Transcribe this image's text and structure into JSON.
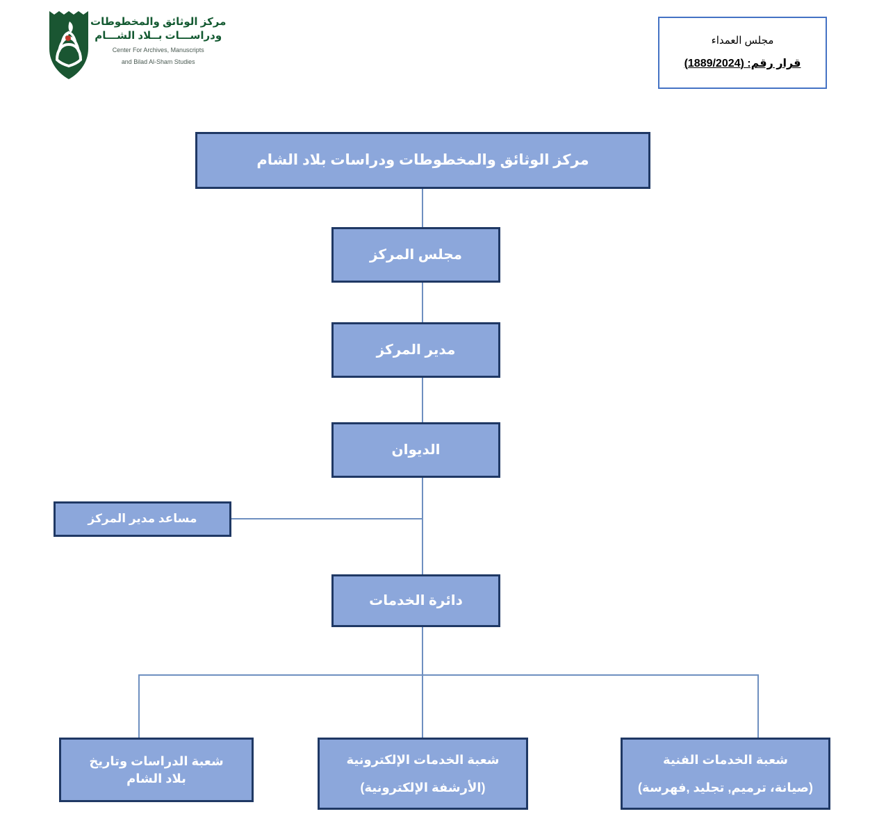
{
  "logo": {
    "arabic_line1": "مركز الوثائق والمخطوطات",
    "arabic_line2": "ودراســـات بــلاد الشـــام",
    "english_line1": "Center For Archives, Manuscripts",
    "english_line2": "and Bilad Al-Sham Studies",
    "emblem_name": "shield-emblem",
    "emblem_color": "#1A5632",
    "accent_dot_color": "#C0392B"
  },
  "decision": {
    "title": "مجلس العمداء",
    "number": "قرار رقم: (1889/2024)"
  },
  "chart": {
    "type": "org-chart",
    "colors": {
      "node_fill": "#8CA7DB",
      "node_border": "#1F3864",
      "node_text": "#FFFFFF",
      "connector": "#6E8FC0",
      "decision_border": "#4472C4"
    },
    "nodes": {
      "center": {
        "label": "مركز الوثائق والمخطوطات ودراسات بلاد الشام"
      },
      "council": {
        "label": "مجلس المركز"
      },
      "director": {
        "label": "مدير المركز"
      },
      "diwan": {
        "label": "الديوان"
      },
      "assistant": {
        "label": "مساعد مدير المركز"
      },
      "services": {
        "label": "دائرة الخدمات"
      },
      "studies": {
        "line1": "شعبة الدراسات وتاريخ",
        "line2": "بلاد الشام"
      },
      "electronic": {
        "line1": "شعبة الخدمات الإلكترونية",
        "line2": "(الأرشفة الإلكترونية)"
      },
      "technical": {
        "line1": "شعبة الخدمات الفنية",
        "line2": "(صيانة، ترميم, تجليد ,فهرسة)"
      }
    }
  }
}
